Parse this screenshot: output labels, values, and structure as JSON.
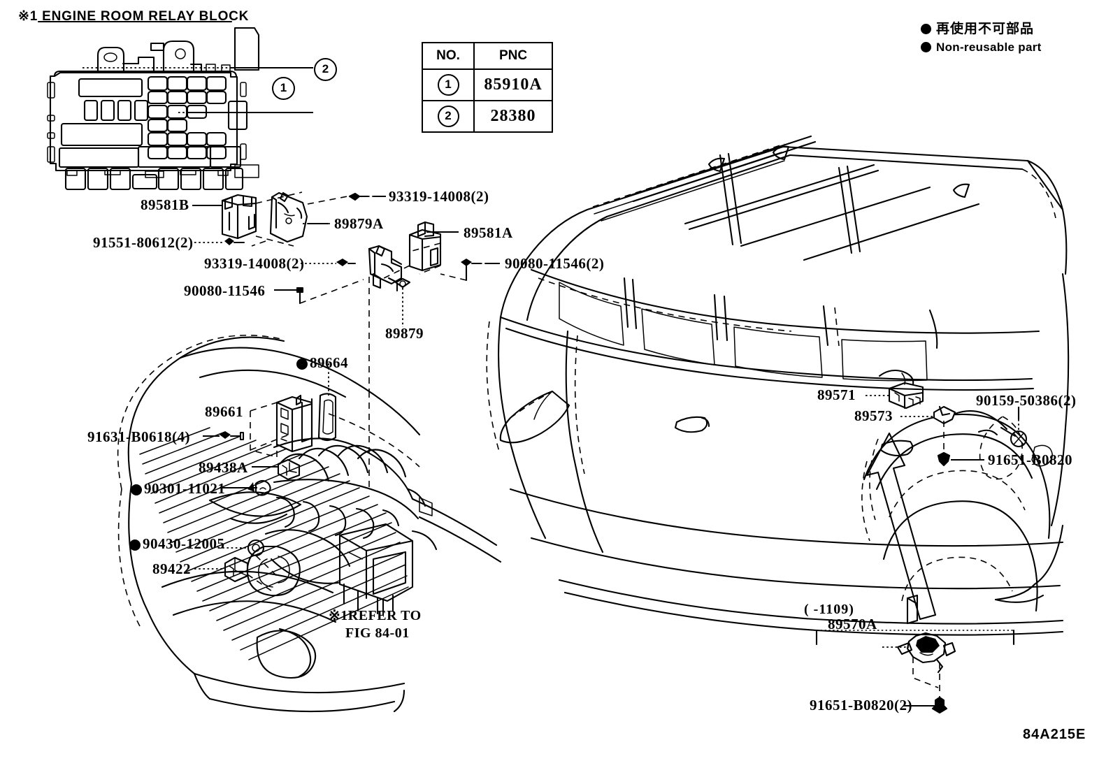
{
  "figure": {
    "code": "84A215E",
    "title_note": "※1  ENGINE ROOM RELAY BLOCK"
  },
  "legend": {
    "jp": "再使用不可部品",
    "en": "Non-reusable part"
  },
  "pnc_table": {
    "headers": [
      "NO.",
      "PNC"
    ],
    "rows": [
      {
        "no": "1",
        "pnc": "85910A"
      },
      {
        "no": "2",
        "pnc": "28380"
      }
    ]
  },
  "relay_block_callouts": [
    {
      "id": "1",
      "label": "1"
    },
    {
      "id": "2",
      "label": "2"
    }
  ],
  "labels": {
    "l_89581b": "89581B",
    "l_93319_14008_2_top": "93319-14008(2)",
    "l_89879a": "89879A",
    "l_89581a": "89581A",
    "l_91551_80612_2": "91551-80612(2)",
    "l_93319_14008_2": "93319-14008(2)",
    "l_90080_11546_2": "90080-11546(2)",
    "l_90080_11546": "90080-11546",
    "l_89879": "89879",
    "l_89664": "89664",
    "l_89661": "89661",
    "l_91631_b0618_4": "91631-B0618(4)",
    "l_89438a": "89438A",
    "l_90301_11021": "90301-11021",
    "l_90430_12005": "90430-12005",
    "l_89422": "89422",
    "l_89571": "89571",
    "l_89573": "89573",
    "l_90159_50386_2": "90159-50386(2)",
    "l_91651_b0820": "91651-B0820",
    "l_89570a": "89570A",
    "l_91651_b0820_2": "91651-B0820(2)"
  },
  "notes": {
    "refer_line1": "※1REFER TO",
    "refer_line2": "FIG 84-01",
    "date_range": "(     -1109)"
  },
  "colors": {
    "ink": "#000000",
    "paper": "#ffffff"
  }
}
